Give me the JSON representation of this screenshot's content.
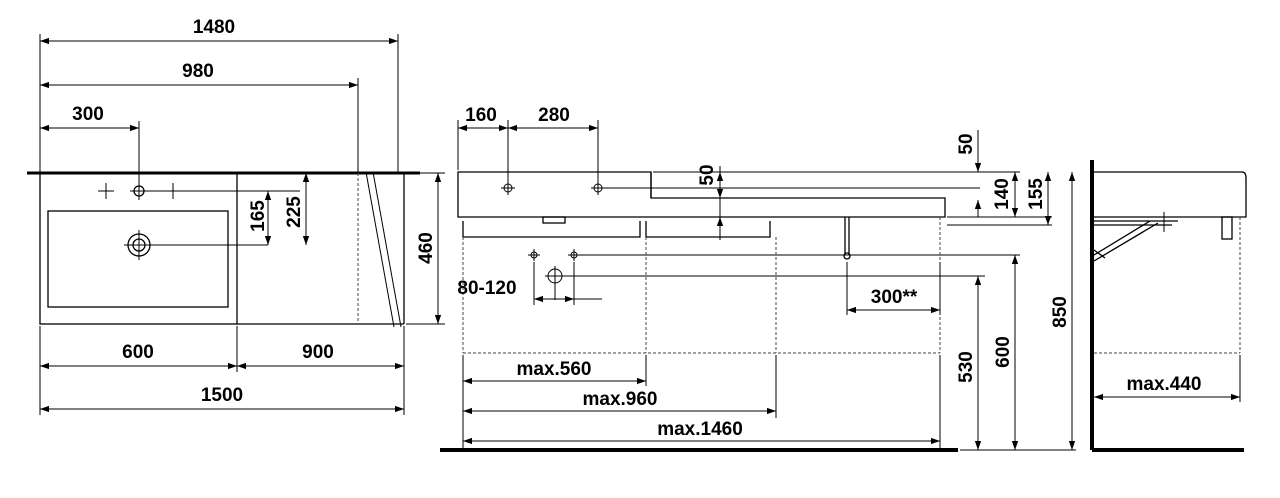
{
  "labels": {
    "w1480": "1480",
    "w980": "980",
    "w300": "300",
    "d165": "165",
    "d225": "225",
    "h460": "460",
    "w600": "600",
    "w900": "900",
    "w1500": "1500",
    "f160": "160",
    "f280": "280",
    "f50a": "50",
    "f50b": "50",
    "f140": "140",
    "f155": "155",
    "f80_120": "80-120",
    "f300ss": "300**",
    "max560": "max.560",
    "max960": "max.960",
    "max1460": "max.1460",
    "f530": "530",
    "f600": "600",
    "f850": "850",
    "max440": "max.440"
  }
}
